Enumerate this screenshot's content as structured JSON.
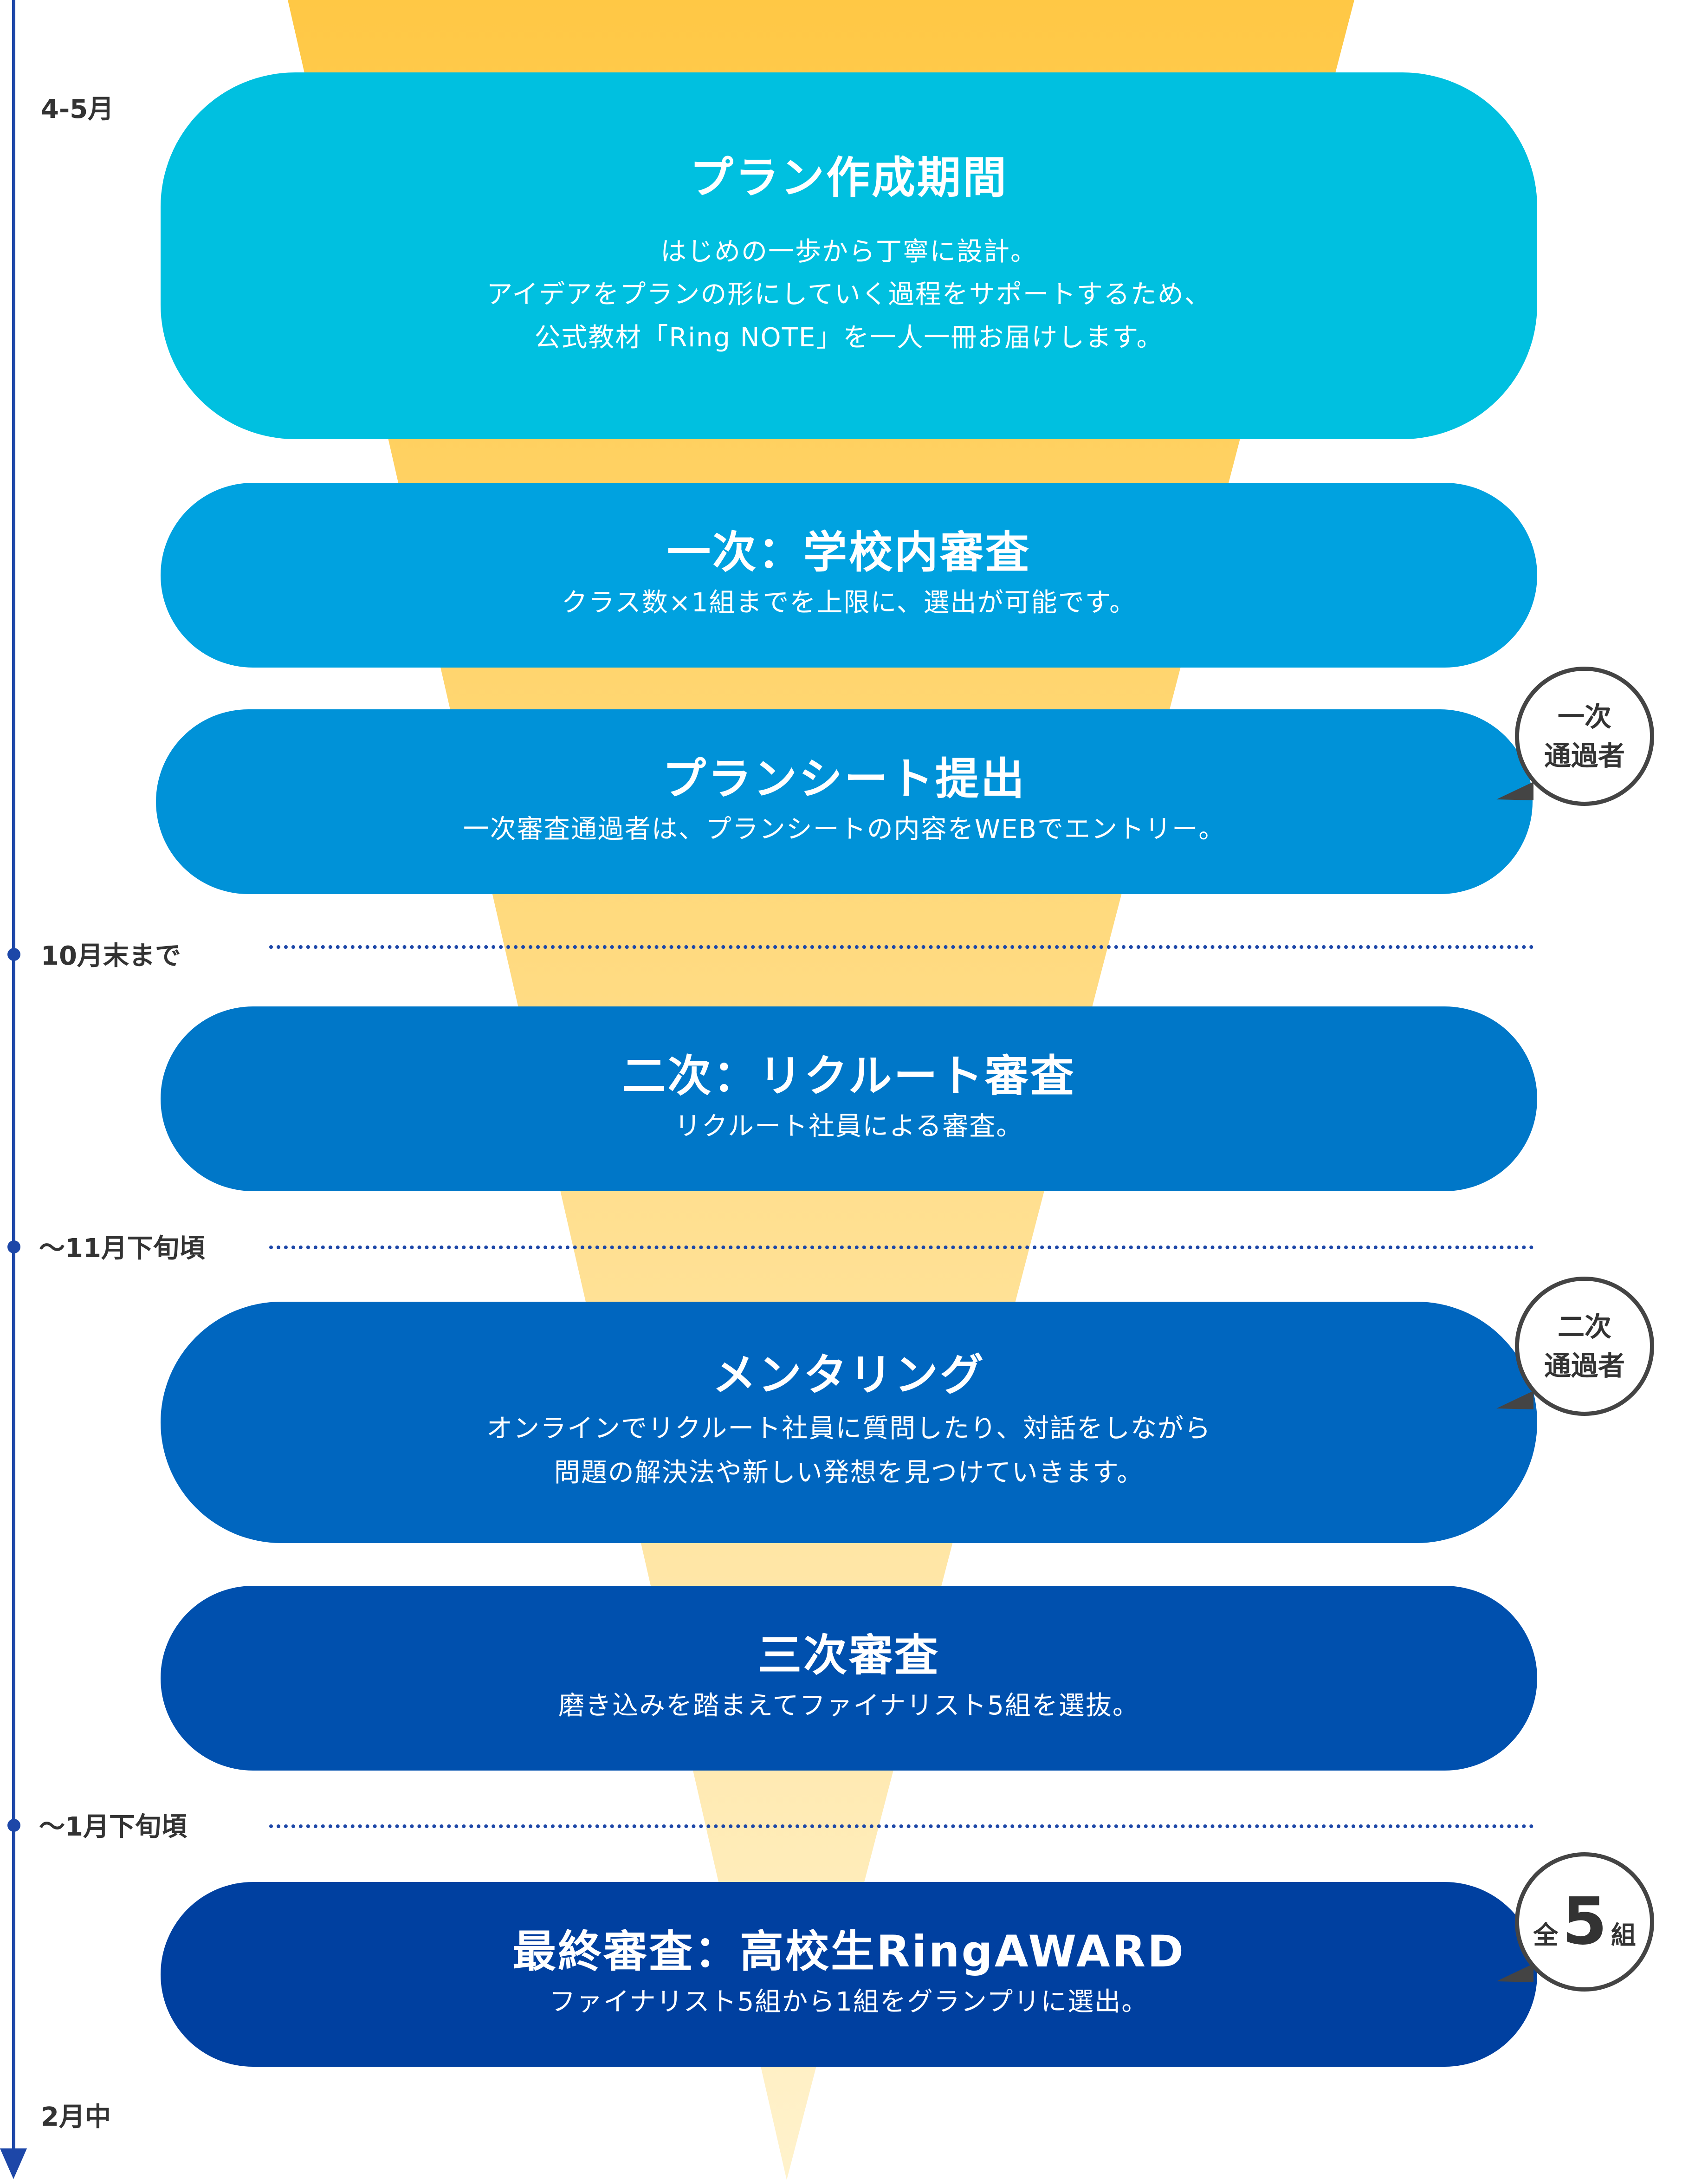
{
  "colors": {
    "funnel_top": "#ffc845",
    "funnel_bottom": "#fff2cc",
    "timeline": "#1d47a8",
    "bubble_border": "#444444"
  },
  "timeline": {
    "labels": [
      "4-5月",
      "10月末まで",
      "～11月下旬頃",
      "～1月下旬頃",
      "2月中"
    ]
  },
  "stages": [
    {
      "title": "プラン作成期間",
      "desc": [
        "はじめの一歩から丁寧に設計。",
        "アイデアをプランの形にしていく過程をサポートするため、",
        "公式教材「Ring NOTE」を一人一冊お届けします。"
      ],
      "color": "#00c0e0"
    },
    {
      "title": "一次：学校内審査",
      "desc": [
        "クラス数×1組までを上限に、選出が可能です。"
      ],
      "color": "#00a2e0"
    },
    {
      "title": "プランシート提出",
      "desc": [
        "一次審査通過者は、プランシートの内容をWEBでエントリー。"
      ],
      "color": "#0092d8"
    },
    {
      "title": "二次：リクルート審査",
      "desc": [
        "リクルート社員による審査。"
      ],
      "color": "#0077c8"
    },
    {
      "title": "メンタリング",
      "desc": [
        "オンラインでリクルート社員に質問したり、対話をしながら",
        "問題の解決法や新しい発想を見つけていきます。"
      ],
      "color": "#0066bf"
    },
    {
      "title": "三次審査",
      "desc": [
        "磨き込みを踏まえてファイナリスト5組を選抜。"
      ],
      "color": "#0050ae"
    },
    {
      "title": "最終審査：高校生RingAWARD",
      "desc": [
        "ファイナリスト5組から1組をグランプリに選出。"
      ],
      "color": "#0040a0"
    }
  ],
  "bubbles": {
    "first": {
      "line1": "一次",
      "line2": "通過者"
    },
    "second": {
      "line1": "二次",
      "line2": "通過者"
    },
    "final": {
      "prefix": "全",
      "number": "5",
      "suffix": "組"
    }
  }
}
